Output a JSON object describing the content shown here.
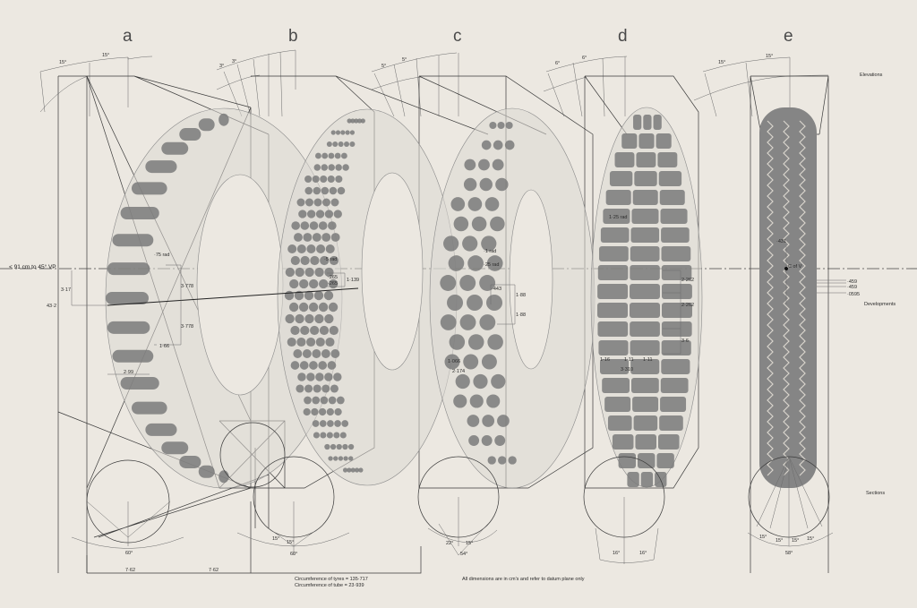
{
  "columns": [
    "a",
    "b",
    "c",
    "d",
    "e"
  ],
  "top_angles": {
    "a": [
      "15°",
      "15°"
    ],
    "b": [
      "3°",
      "3°"
    ],
    "c": [
      "5°",
      "5°"
    ],
    "d": [
      "6°",
      "6°"
    ],
    "e": [
      "15°",
      "15°"
    ]
  },
  "left": {
    "vp_note": "< 91 cm to 45° VP",
    "dim1": "3·17",
    "dim2": "43·2"
  },
  "tyre_a": {
    "rad": "·75 rad",
    "d1": "3·778",
    "d2": "3·778",
    "d3": "1·66",
    "d4": "2·99"
  },
  "tyre_b": {
    "rad": "·5 rad",
    "d1": "·265",
    "d2": "·265",
    "d3": "1·139"
  },
  "tyre_c": {
    "rad1": "·1 rad",
    "rad2": "·25 rad",
    "d1": "·443",
    "d2": "1·88",
    "d3": "1·88",
    "d4": "1·066",
    "d5": "2·174"
  },
  "tyre_d": {
    "rad": "1·25 rad",
    "d1": "2·262",
    "d2": "2·262",
    "d3": "3·6",
    "d4": "1·16",
    "d5": "1·11",
    "d6": "1·11",
    "d7": "3·310"
  },
  "tyre_e": {
    "d1": "·431",
    "cov": "C of V",
    "d2": "·459",
    "d3": "·459",
    "d4": "·0595"
  },
  "side_labels": {
    "elevations": "Elevations",
    "developments": "Developments",
    "sections": "Sections"
  },
  "bottom_angles": {
    "a": [
      "60°"
    ],
    "b": [
      "15°",
      "15°",
      "60°"
    ],
    "c": [
      "22°",
      "15°",
      "54°"
    ],
    "d": [
      "16°",
      "16°"
    ],
    "e": [
      "15°",
      "15°",
      "15°",
      "15°",
      "58°"
    ]
  },
  "bottom_dims": [
    "7·62",
    "7·62"
  ],
  "footer": {
    "circ_tyres": "Circumference of tyres = 135·717",
    "circ_tube": "Circumference of tube = 23·939",
    "note": "All dimensions are in cm's and refer to datum plane only"
  }
}
